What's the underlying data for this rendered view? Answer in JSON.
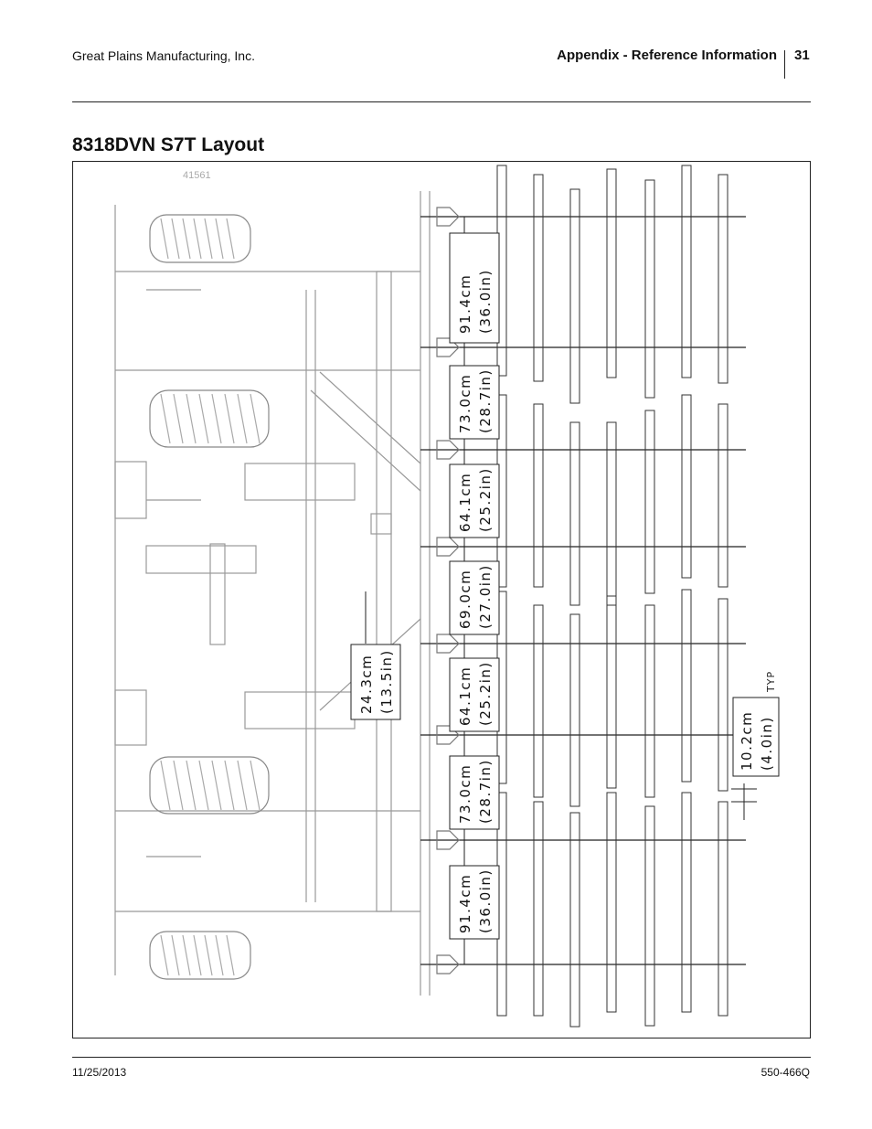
{
  "header": {
    "company": "Great Plains Manufacturing, Inc.",
    "section": "Appendix - Reference Information",
    "page_number": "31"
  },
  "title": "8318DVN S7T Layout",
  "figure": {
    "id": "41561",
    "dimensions": [
      {
        "metric": "91.4cm",
        "imperial": "(36.0in)"
      },
      {
        "metric": "73.0cm",
        "imperial": "(28.7in)"
      },
      {
        "metric": "64.1cm",
        "imperial": "(25.2in)"
      },
      {
        "metric": "69.0cm",
        "imperial": "(27.0in)"
      },
      {
        "metric": "64.1cm",
        "imperial": "(25.2in)"
      },
      {
        "metric": "73.0cm",
        "imperial": "(28.7in)"
      },
      {
        "metric": "91.4cm",
        "imperial": "(36.0in)"
      }
    ],
    "center_dimension": {
      "metric": "24.3cm",
      "imperial": "(13.5in)"
    },
    "tooth_spacing": {
      "metric": "10.2cm",
      "imperial": "(4.0in)",
      "note": "TYP"
    }
  },
  "footer": {
    "date": "11/25/2013",
    "doc_number": "550-466Q"
  }
}
